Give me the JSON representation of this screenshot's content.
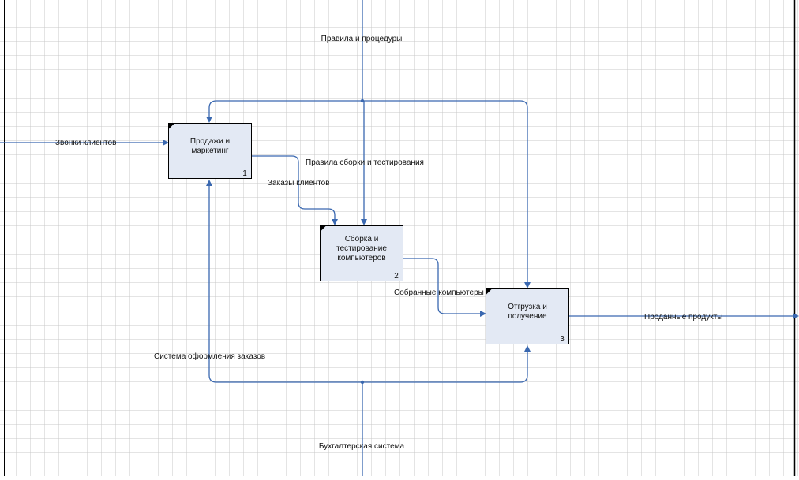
{
  "diagram": {
    "blocks": [
      {
        "id": "b1",
        "lines": [
          "Продажи и",
          "маркетинг"
        ],
        "number": "1"
      },
      {
        "id": "b2",
        "lines": [
          "Сборка и",
          "тестирование",
          "компьютеров"
        ],
        "number": "2"
      },
      {
        "id": "b3",
        "lines": [
          "Отгрузка и",
          "получение"
        ],
        "number": "3"
      }
    ],
    "labels": {
      "rules_procedures": "Правила и процедуры",
      "customer_calls": "Звонки клиентов",
      "assembly_rules": "Правила сборки и тестирования",
      "customer_orders": "Заказы клиентов",
      "assembled_computers": "Собранные компьютеры",
      "sold_products": "Проданные продукты",
      "order_system": "Система оформления заказов",
      "accounting_system": "Бухгалтерская система"
    }
  }
}
